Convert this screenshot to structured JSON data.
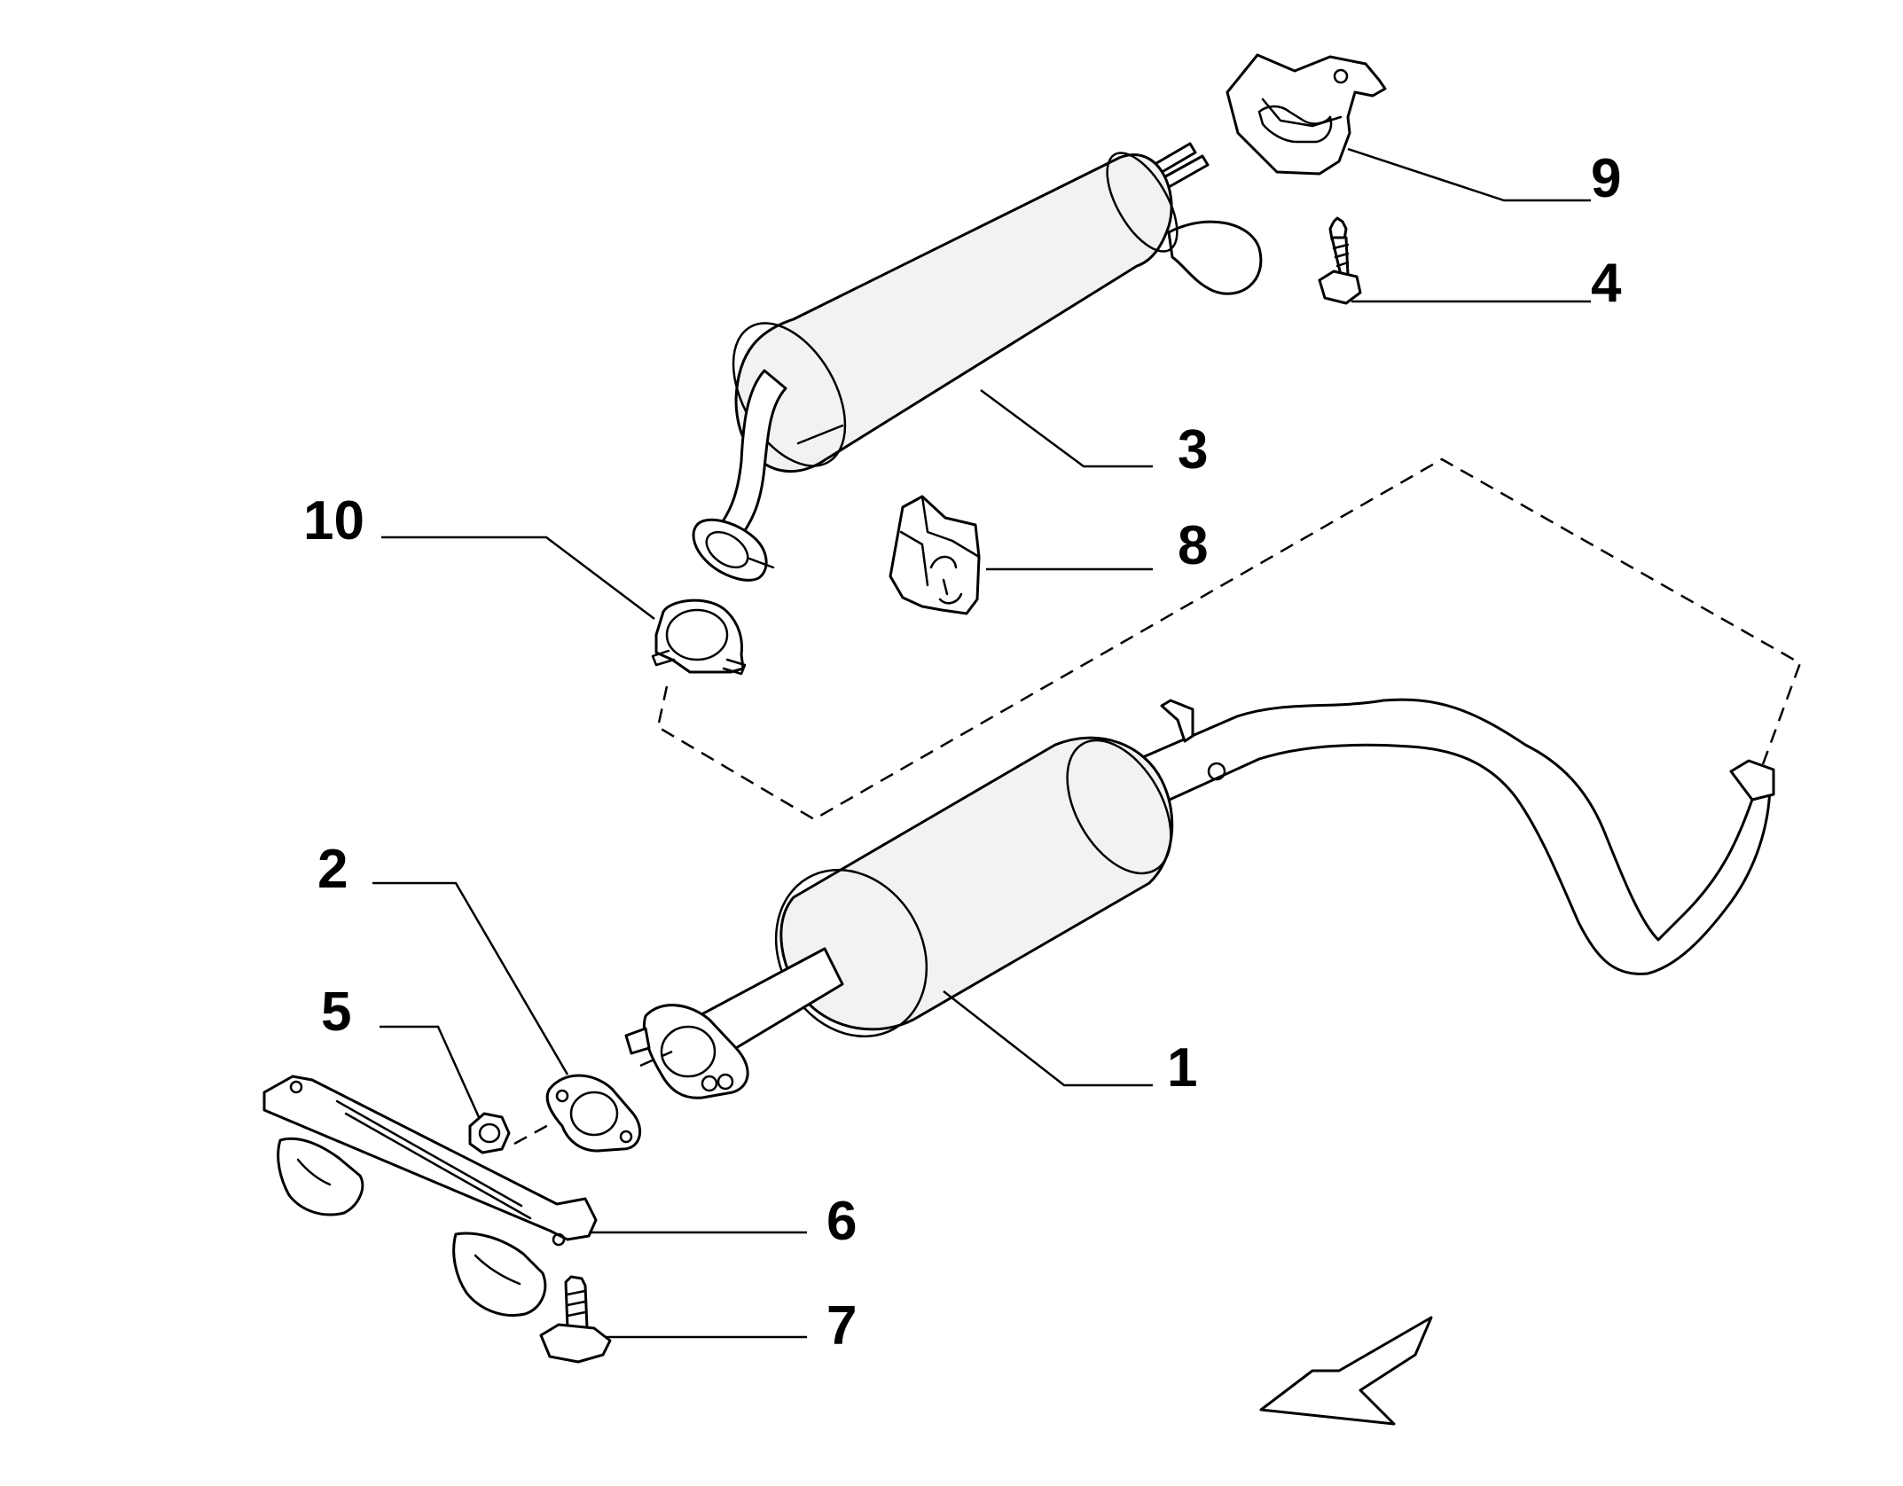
{
  "diagram": {
    "callouts": [
      {
        "id": "1",
        "label": "1"
      },
      {
        "id": "2",
        "label": "2"
      },
      {
        "id": "3",
        "label": "3"
      },
      {
        "id": "4",
        "label": "4"
      },
      {
        "id": "5",
        "label": "5"
      },
      {
        "id": "6",
        "label": "6"
      },
      {
        "id": "7",
        "label": "7"
      },
      {
        "id": "8",
        "label": "8"
      },
      {
        "id": "9",
        "label": "9"
      },
      {
        "id": "10",
        "label": "10"
      }
    ]
  },
  "colors": {
    "line": "#000000",
    "background": "#ffffff",
    "part_shade": "#f2f2f2"
  },
  "icons": {
    "direction_arrow": "front-direction-arrow-icon"
  }
}
